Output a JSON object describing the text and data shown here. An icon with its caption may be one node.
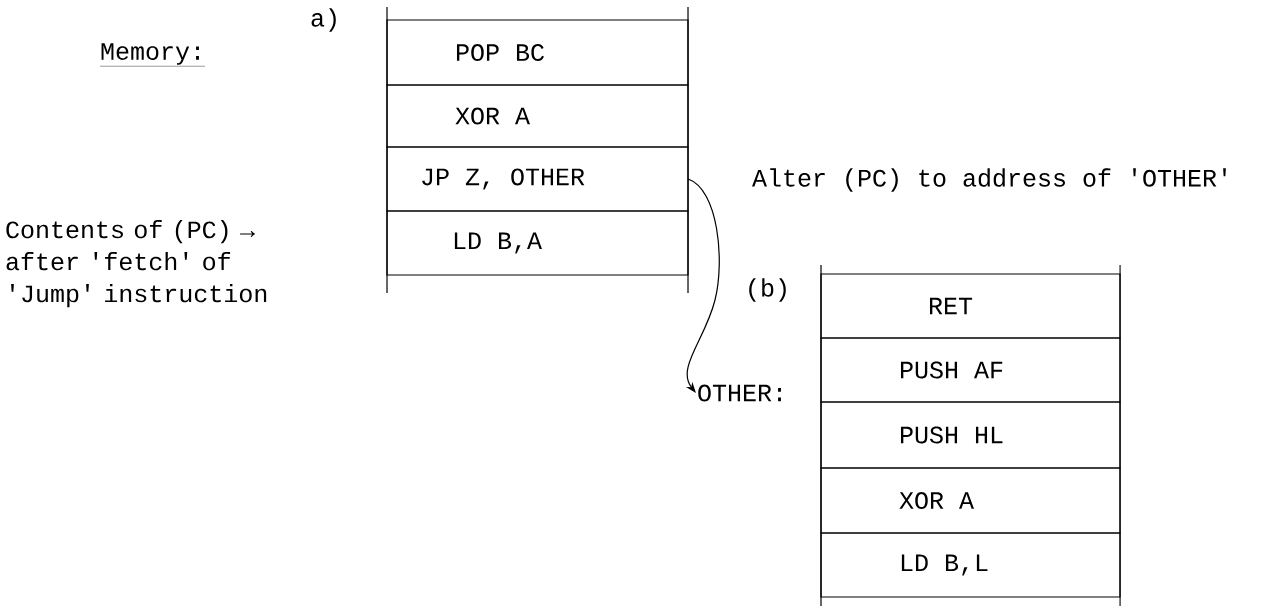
{
  "diagram": {
    "nodes": [
      {
        "text": [
          "POP  BC"
        ]
      },
      {
        "text": [
          "XOR A"
        ]
      },
      {
        "text": [
          "JP Z, OTHER"
        ]
      },
      {
        "text": [
          "LD B,A"
        ]
      },
      {
        "text": [
          "RET"
        ]
      },
      {
        "text": [
          "PUSH AF"
        ]
      },
      {
        "text": [
          "PUSH HL"
        ]
      },
      {
        "text": [
          "XOR A"
        ]
      },
      {
        "text": [
          "LD B,L"
        ]
      },
      {
        "text": [
          "OTHER:"
        ]
      }
    ],
    "edges": [
      {
        "from": 2,
        "to": 9,
        "arrow": "to"
      }
    ],
    "labels": [
      "a)",
      "Memory:",
      "Contents of (PC) → after 'fetch' of 'Jump' instruction",
      "Alter (PC) to address of 'OTHER'",
      "(b)"
    ]
  }
}
